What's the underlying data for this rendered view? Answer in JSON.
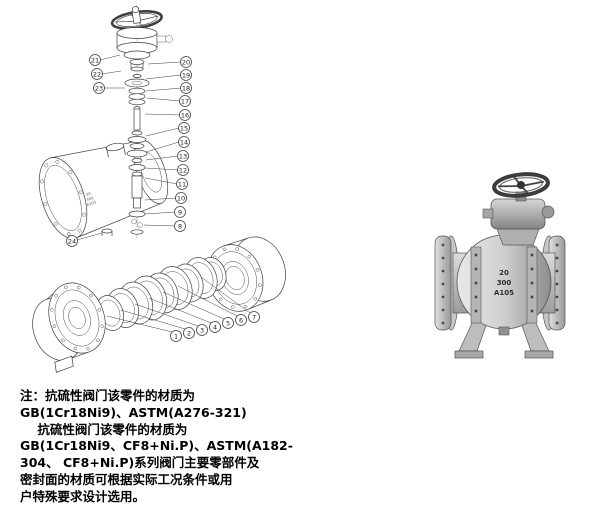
{
  "exploded": {
    "callouts_left": [
      "21",
      "22",
      "23"
    ],
    "callout_single": "24",
    "callouts_right": [
      "20",
      "19",
      "18",
      "17",
      "16",
      "15",
      "14",
      "13",
      "12",
      "11",
      "10",
      "9",
      "8"
    ],
    "callouts_bottom": [
      "1",
      "2",
      "3",
      "4",
      "5",
      "6",
      "7"
    ]
  },
  "marking": {
    "line1": "20",
    "line2": "300",
    "line3": "A105"
  },
  "notes": {
    "line1": "注：抗硫性阀门该零件的材质为",
    "line2": "GB(1Cr18Ni9)、ASTM(A276-321)",
    "line3": "    抗硫性阀门该零件的材质为",
    "line4": "GB(1Cr18Ni9、CF8+Ni.P)、ASTM(A182-",
    "line5": "304、 CF8+Ni.P)系列阀门主要零部件及",
    "line6": "密封面的材质可根据实际工况条件或用",
    "line7": "户特殊要求设计选用。"
  },
  "colors": {
    "line": "#3f3f3f",
    "metal_dark": "#4a4a4a",
    "metal_mid": "#9a9a9a",
    "metal_light": "#d9d9d9"
  }
}
